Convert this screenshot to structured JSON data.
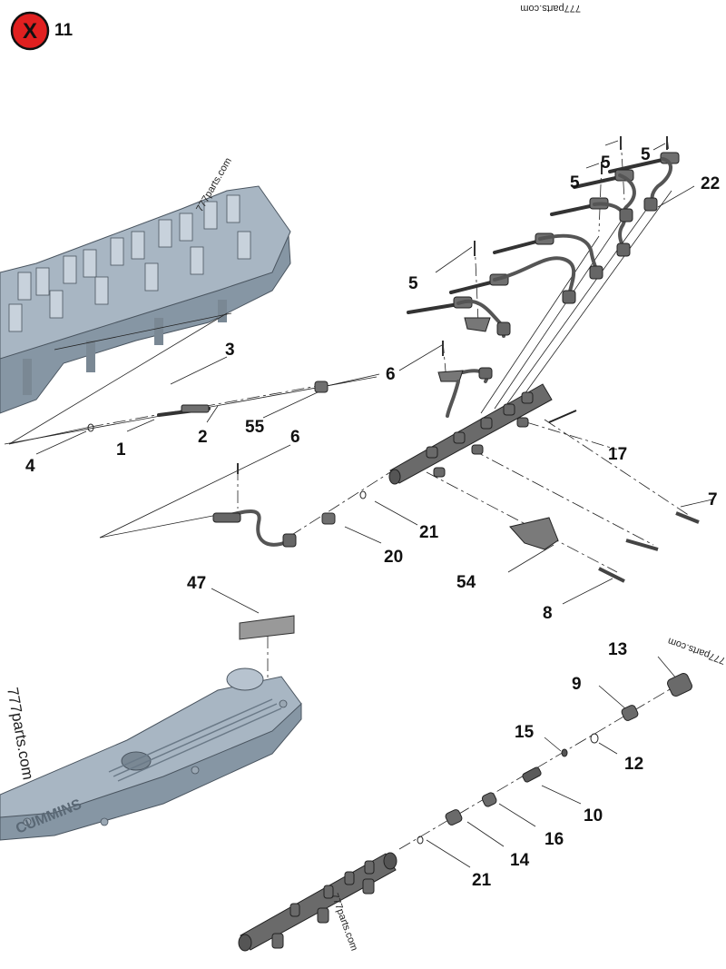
{
  "header": {
    "close_glyph": "X",
    "page_number": "11"
  },
  "watermarks": [
    "777parts.com",
    "777parts.com",
    "777parts.com",
    "777parts.com",
    "777parts.com"
  ],
  "valve_cover_brand": "CUMMINS",
  "callouts": {
    "c5a": "5",
    "c5b": "5",
    "c5c": "5",
    "c5d": "5",
    "c22": "22",
    "c3": "3",
    "c6a": "6",
    "c55": "55",
    "c6b": "6",
    "c4": "4",
    "c1": "1",
    "c2": "2",
    "c17": "17",
    "c7": "7",
    "c21a": "21",
    "c20": "20",
    "c54": "54",
    "c8": "8",
    "c47": "47",
    "c13": "13",
    "c9": "9",
    "c15": "15",
    "c12": "12",
    "c10": "10",
    "c16": "16",
    "c14": "14",
    "c21b": "21"
  },
  "colors": {
    "close_button": "#e02020",
    "metal": "#6f6f6f",
    "casting": "#a8b6c3"
  }
}
